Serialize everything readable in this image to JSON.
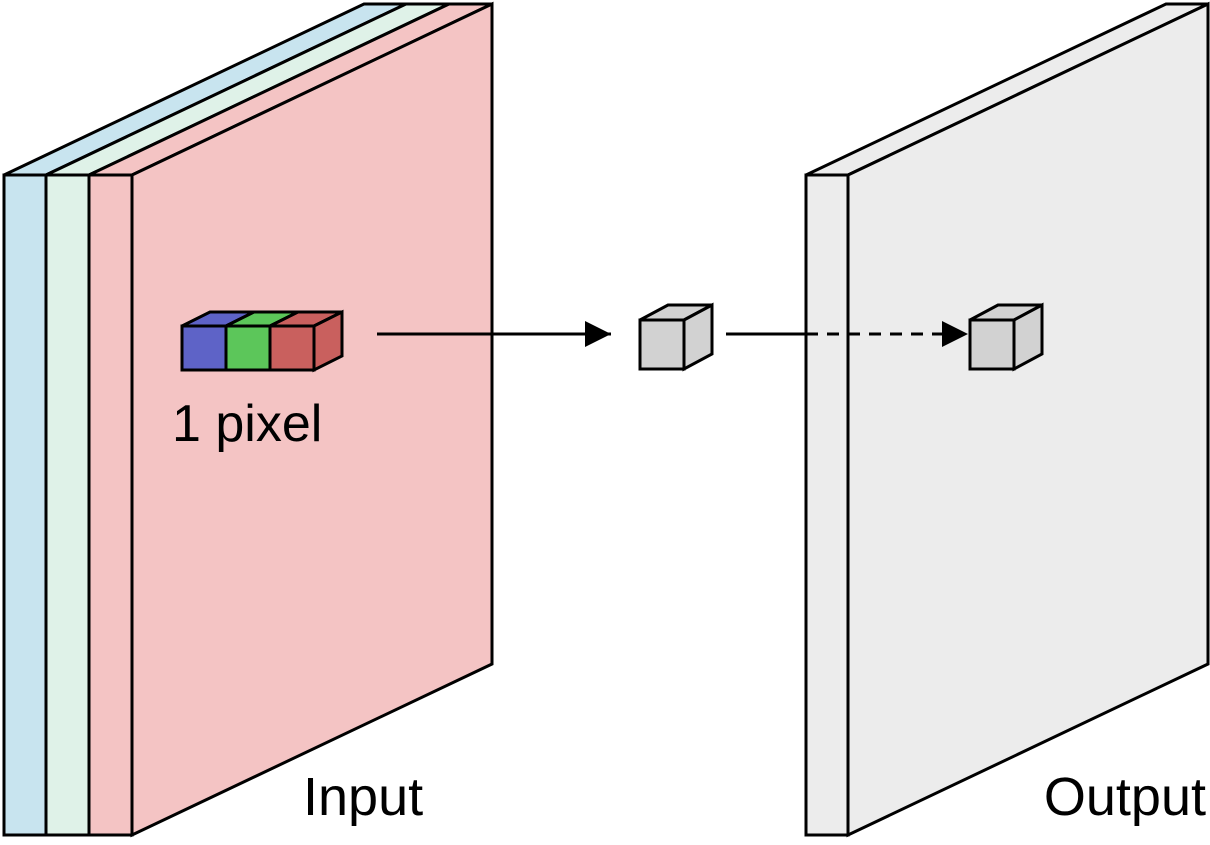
{
  "labels": {
    "pixel": "1 pixel",
    "input": "Input",
    "output": "Output"
  },
  "colors": {
    "input_channel_back": "#c8e4ef",
    "input_channel_middle": "#dff2e8",
    "input_channel_front": "#f4c4c4",
    "output_layer": "#ececec",
    "pixel_blue": "#5e63c7",
    "pixel_green": "#5cc65a",
    "pixel_red": "#c9605e",
    "output_cube": "#d2d2d2",
    "stroke": "#000000"
  }
}
